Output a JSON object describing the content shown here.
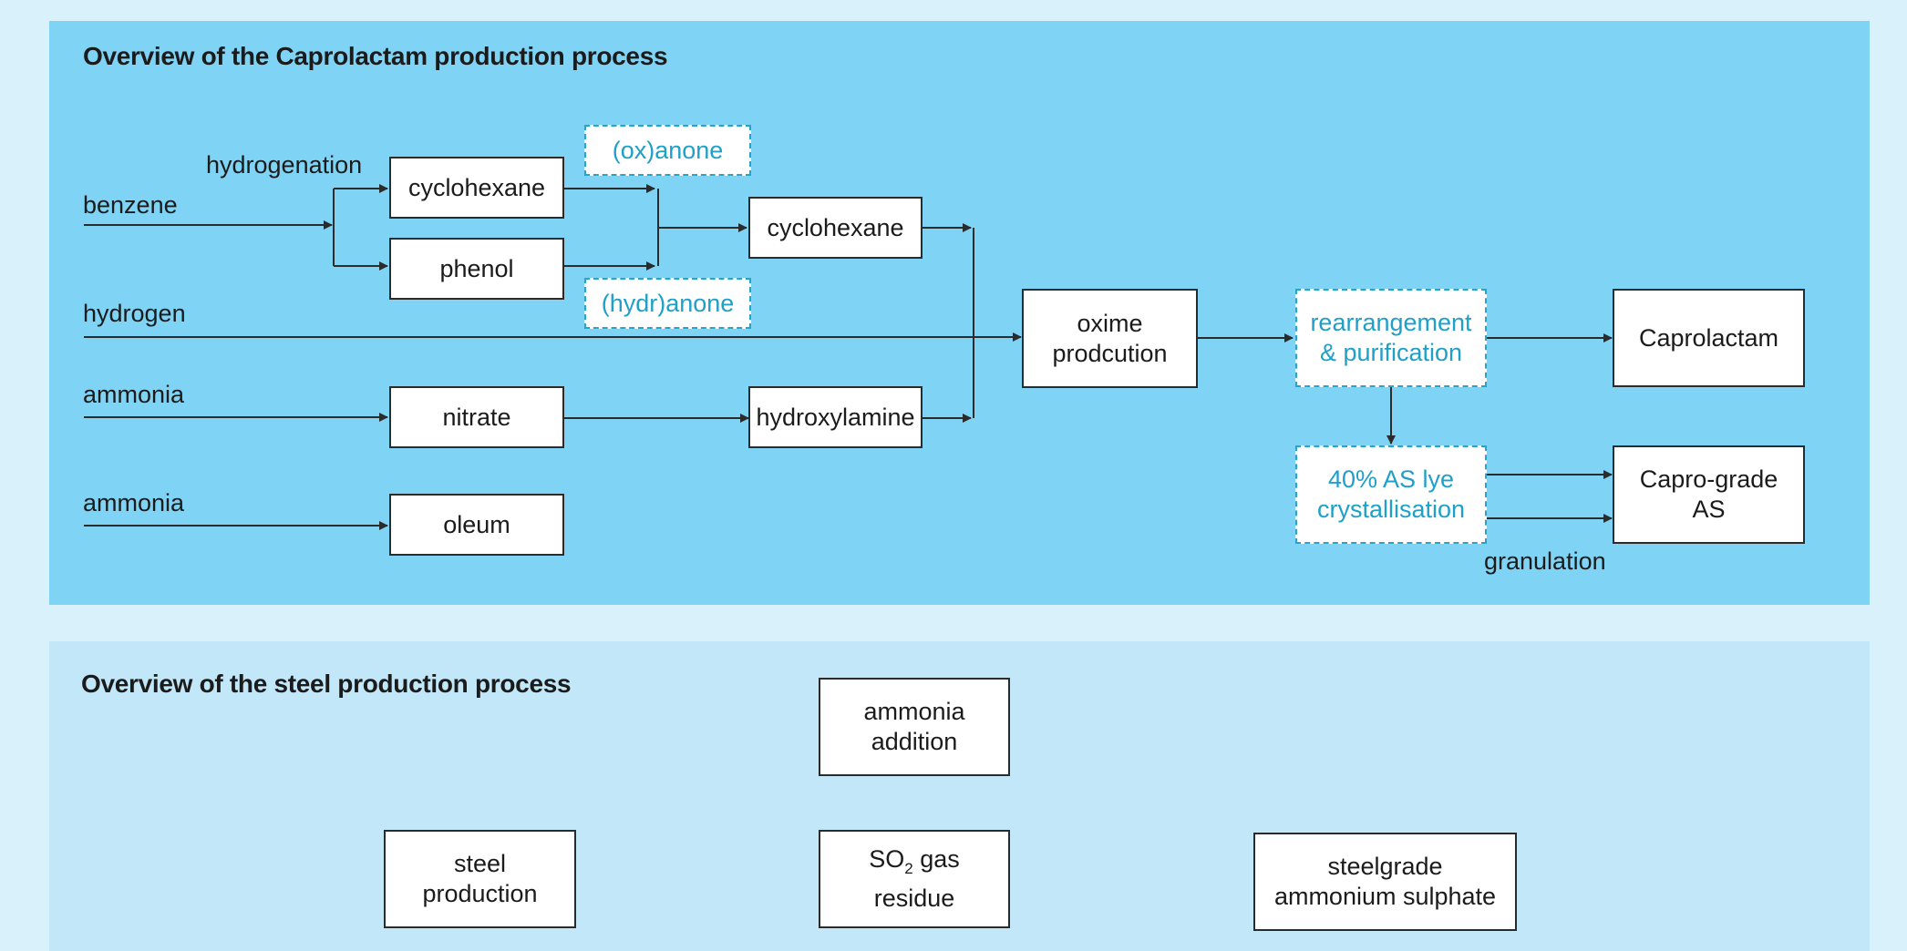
{
  "top": {
    "title": "Overview of the Caprolactam production process",
    "inputs": {
      "benzene": "benzene",
      "hydrogen": "hydrogen",
      "ammonia_1": "ammonia",
      "ammonia_2": "ammonia"
    },
    "edge_labels": {
      "hydrogenation": "hydrogenation",
      "granulation": "granulation"
    },
    "nodes": {
      "cyclohexane_1": "cyclohexane",
      "phenol": "phenol",
      "oxanone": "(ox)anone",
      "hydranone": "(hydr)anone",
      "cyclohexane_2": "cyclohexane",
      "nitrate": "nitrate",
      "hydroxylamine": "hydroxylamine",
      "oleum": "oleum",
      "oxime": "oxime\nprodcution",
      "rearrangement": "rearrangement\n& purification",
      "caprolactam": "Caprolactam",
      "as_lye": "40% AS lye\ncrystallisation",
      "capro_grade": "Capro-grade\nAS"
    }
  },
  "bottom": {
    "title": "Overview of the steel production process",
    "nodes": {
      "ammonia_addition": "ammonia\naddition",
      "steel_production": "steel\nproduction",
      "so2_chem": "SO",
      "so2_sub": "2",
      "so2_rest": " gas",
      "so2_line2": "residue",
      "steelgrade": "steelgrade\nammonium sulphate"
    }
  },
  "colors": {
    "panel_top": "#7fd3f5",
    "panel_bottom": "#c1e7f8",
    "dashed": "#1ea0c8",
    "line": "#2b2b2b"
  }
}
